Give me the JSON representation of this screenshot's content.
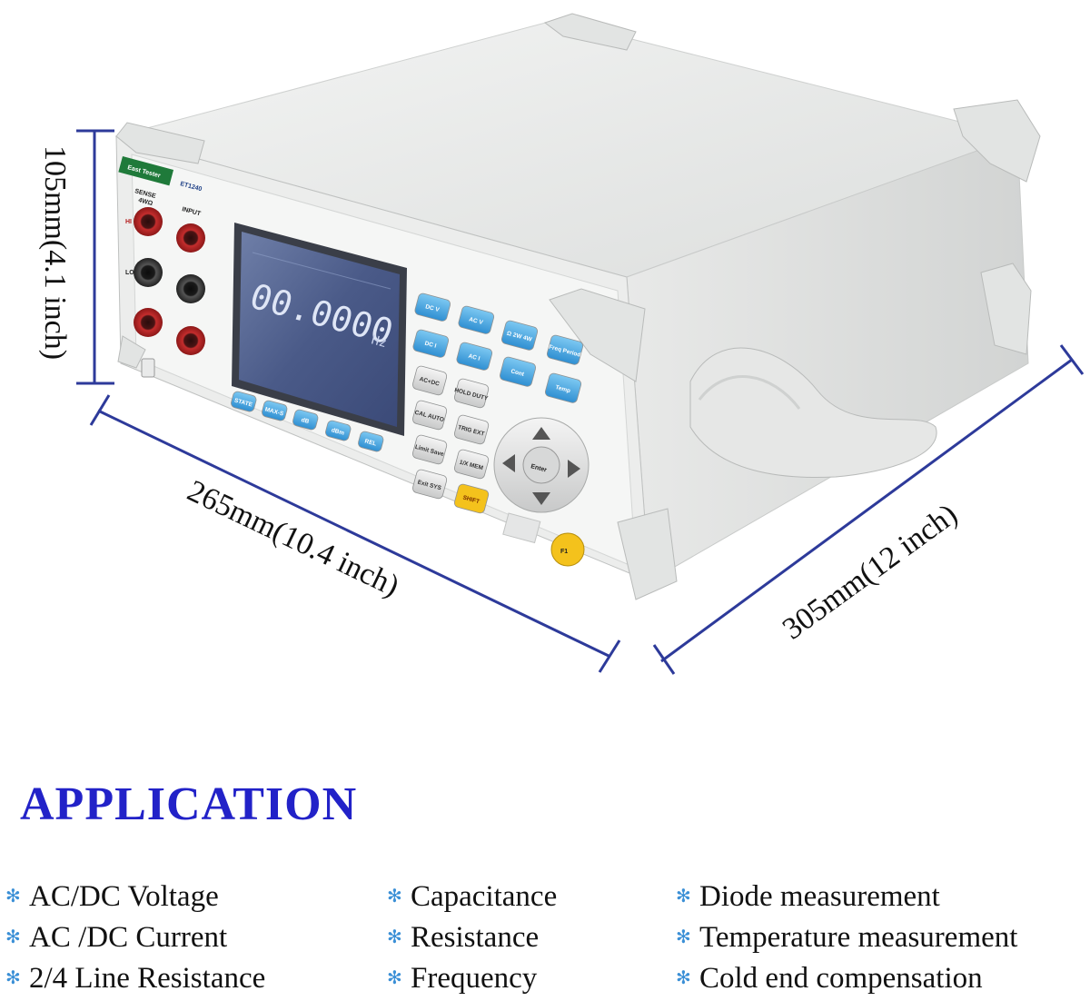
{
  "dimensions": {
    "height": "105mm(4.1 inch)",
    "width": "265mm(10.4 inch)",
    "depth": "305mm(12 inch)"
  },
  "device": {
    "brand": "East Tester",
    "model": "ET1240",
    "sense_label": "SENSE",
    "sense_sub": "4WΩ",
    "input_label": "INPUT",
    "terminal_hi": "HI",
    "terminal_lo": "LO",
    "display": {
      "reading": "00.0000",
      "unit": "Hz"
    },
    "soft_keys": [
      "STATE",
      "MAX-S",
      "dB",
      "dBm",
      "REL"
    ],
    "function_keys": [
      [
        "DC V",
        "AC V"
      ],
      [
        "DC I",
        "AC I"
      ]
    ],
    "right_keys": [
      [
        "Ω 2W 4W",
        "Freq Period"
      ],
      [
        "Cont",
        "Temp"
      ]
    ],
    "gray_keys": [
      [
        "AC+DC",
        "HOLD DUTY"
      ],
      [
        "CAL AUTO",
        "TRIG EXT"
      ],
      [
        "Limit Save",
        "1/X MEM"
      ],
      [
        "Exit SYS",
        "SHIFT"
      ]
    ],
    "enter_label": "Enter",
    "f1_label": "F1"
  },
  "application": {
    "title": "APPLICATION",
    "columns": [
      [
        "AC/DC Voltage",
        "AC /DC Current",
        "2/4 Line Resistance"
      ],
      [
        "Capacitance",
        "Resistance",
        "Frequency"
      ],
      [
        "Diode measurement",
        "Temperature measurement",
        "Cold end compensation"
      ]
    ],
    "bullet_icon": "asterisk-bullet-icon",
    "title_color": "#2222c8",
    "bullet_color": "#3a8fd6"
  }
}
